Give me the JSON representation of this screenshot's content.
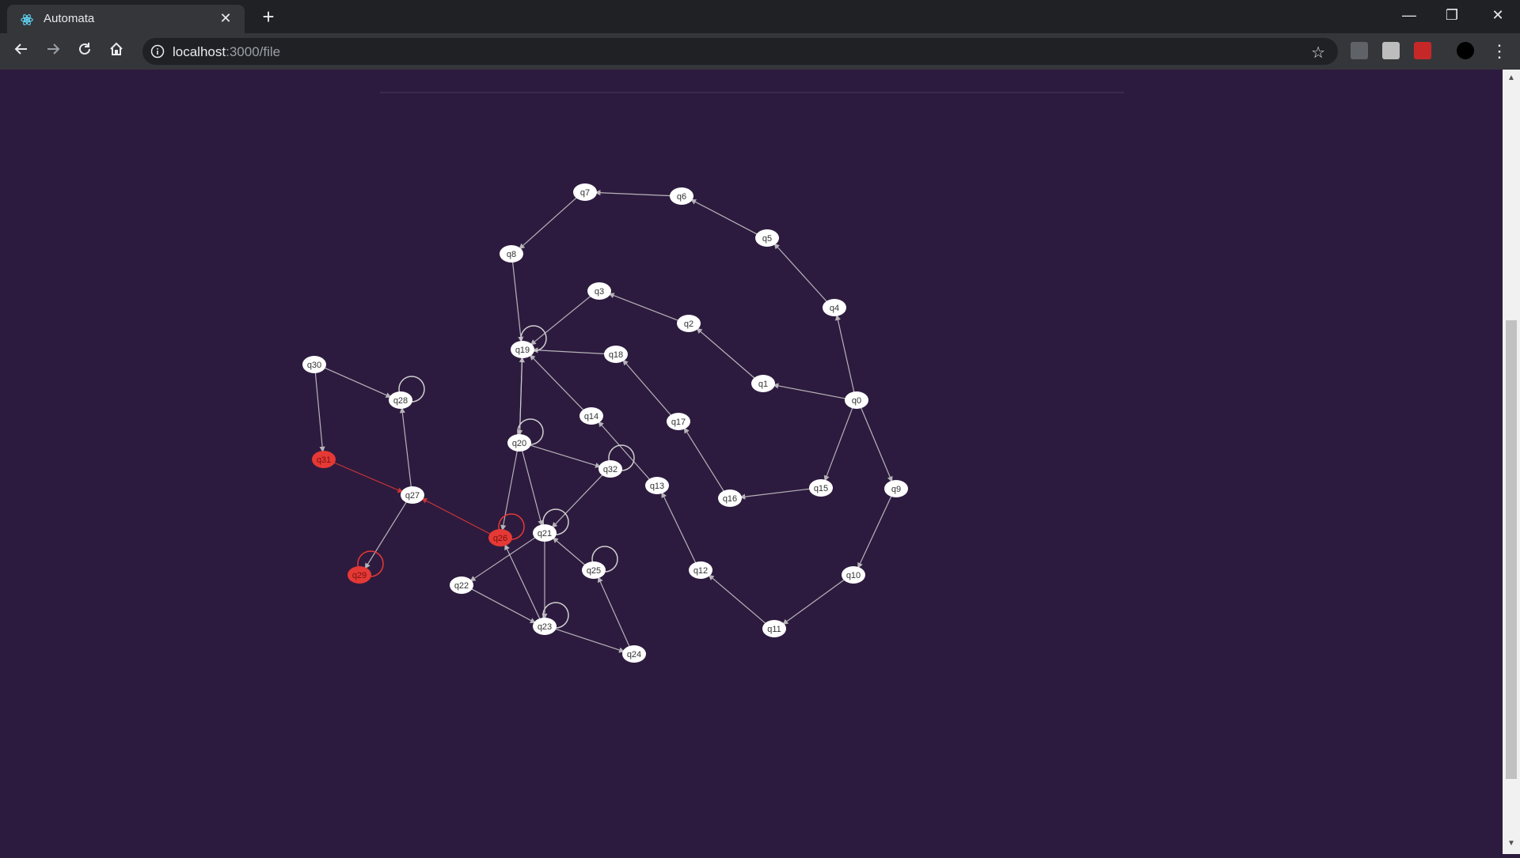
{
  "browser": {
    "tab_title": "Automata",
    "close_tab": "✕",
    "new_tab": "+",
    "url_host": "localhost",
    "url_path": ":3000/file",
    "window_controls": [
      "—",
      "❐",
      "✕"
    ]
  },
  "graph": {
    "colors": {
      "background": "#2d1b3f",
      "node": "#ffffff",
      "accept_node": "#e53935",
      "edge": "#cfcfcf",
      "accept_edge": "#e53935"
    },
    "nodes": [
      {
        "id": "q0",
        "accept": false
      },
      {
        "id": "q1",
        "accept": false
      },
      {
        "id": "q2",
        "accept": false
      },
      {
        "id": "q3",
        "accept": false
      },
      {
        "id": "q4",
        "accept": false
      },
      {
        "id": "q5",
        "accept": false
      },
      {
        "id": "q6",
        "accept": false
      },
      {
        "id": "q7",
        "accept": false
      },
      {
        "id": "q8",
        "accept": false
      },
      {
        "id": "q9",
        "accept": false
      },
      {
        "id": "q10",
        "accept": false
      },
      {
        "id": "q11",
        "accept": false
      },
      {
        "id": "q12",
        "accept": false
      },
      {
        "id": "q13",
        "accept": false
      },
      {
        "id": "q14",
        "accept": false
      },
      {
        "id": "q15",
        "accept": false
      },
      {
        "id": "q16",
        "accept": false
      },
      {
        "id": "q17",
        "accept": false
      },
      {
        "id": "q18",
        "accept": false
      },
      {
        "id": "q19",
        "accept": false
      },
      {
        "id": "q20",
        "accept": false
      },
      {
        "id": "q21",
        "accept": false
      },
      {
        "id": "q22",
        "accept": false
      },
      {
        "id": "q23",
        "accept": false
      },
      {
        "id": "q24",
        "accept": false
      },
      {
        "id": "q25",
        "accept": false
      },
      {
        "id": "q26",
        "accept": true
      },
      {
        "id": "q27",
        "accept": false
      },
      {
        "id": "q28",
        "accept": false
      },
      {
        "id": "q29",
        "accept": true
      },
      {
        "id": "q30",
        "accept": false
      },
      {
        "id": "q31",
        "accept": true
      },
      {
        "id": "q32",
        "accept": false
      }
    ],
    "edges": [
      [
        "q0",
        "q1"
      ],
      [
        "q0",
        "q4"
      ],
      [
        "q0",
        "q15"
      ],
      [
        "q0",
        "q9"
      ],
      [
        "q1",
        "q2"
      ],
      [
        "q2",
        "q3"
      ],
      [
        "q3",
        "q19"
      ],
      [
        "q4",
        "q5"
      ],
      [
        "q5",
        "q6"
      ],
      [
        "q6",
        "q7"
      ],
      [
        "q7",
        "q8"
      ],
      [
        "q8",
        "q19"
      ],
      [
        "q9",
        "q10"
      ],
      [
        "q10",
        "q11"
      ],
      [
        "q11",
        "q12"
      ],
      [
        "q12",
        "q13"
      ],
      [
        "q13",
        "q14"
      ],
      [
        "q14",
        "q19"
      ],
      [
        "q15",
        "q16"
      ],
      [
        "q16",
        "q17"
      ],
      [
        "q17",
        "q18"
      ],
      [
        "q18",
        "q19"
      ],
      [
        "q19",
        "q20"
      ],
      [
        "q20",
        "q19"
      ],
      [
        "q20",
        "q32"
      ],
      [
        "q20",
        "q21"
      ],
      [
        "q20",
        "q26"
      ],
      [
        "q32",
        "q21"
      ],
      [
        "q21",
        "q22"
      ],
      [
        "q21",
        "q23"
      ],
      [
        "q22",
        "q23"
      ],
      [
        "q23",
        "q24"
      ],
      [
        "q24",
        "q25"
      ],
      [
        "q25",
        "q21"
      ],
      [
        "q23",
        "q26"
      ],
      [
        "q26",
        "q27"
      ],
      [
        "q27",
        "q28"
      ],
      [
        "q27",
        "q29"
      ],
      [
        "q30",
        "q28"
      ],
      [
        "q30",
        "q31"
      ],
      [
        "q31",
        "q27"
      ]
    ],
    "loops": [
      "q19",
      "q20",
      "q21",
      "q23",
      "q25",
      "q26",
      "q28",
      "q29",
      "q32"
    ]
  }
}
